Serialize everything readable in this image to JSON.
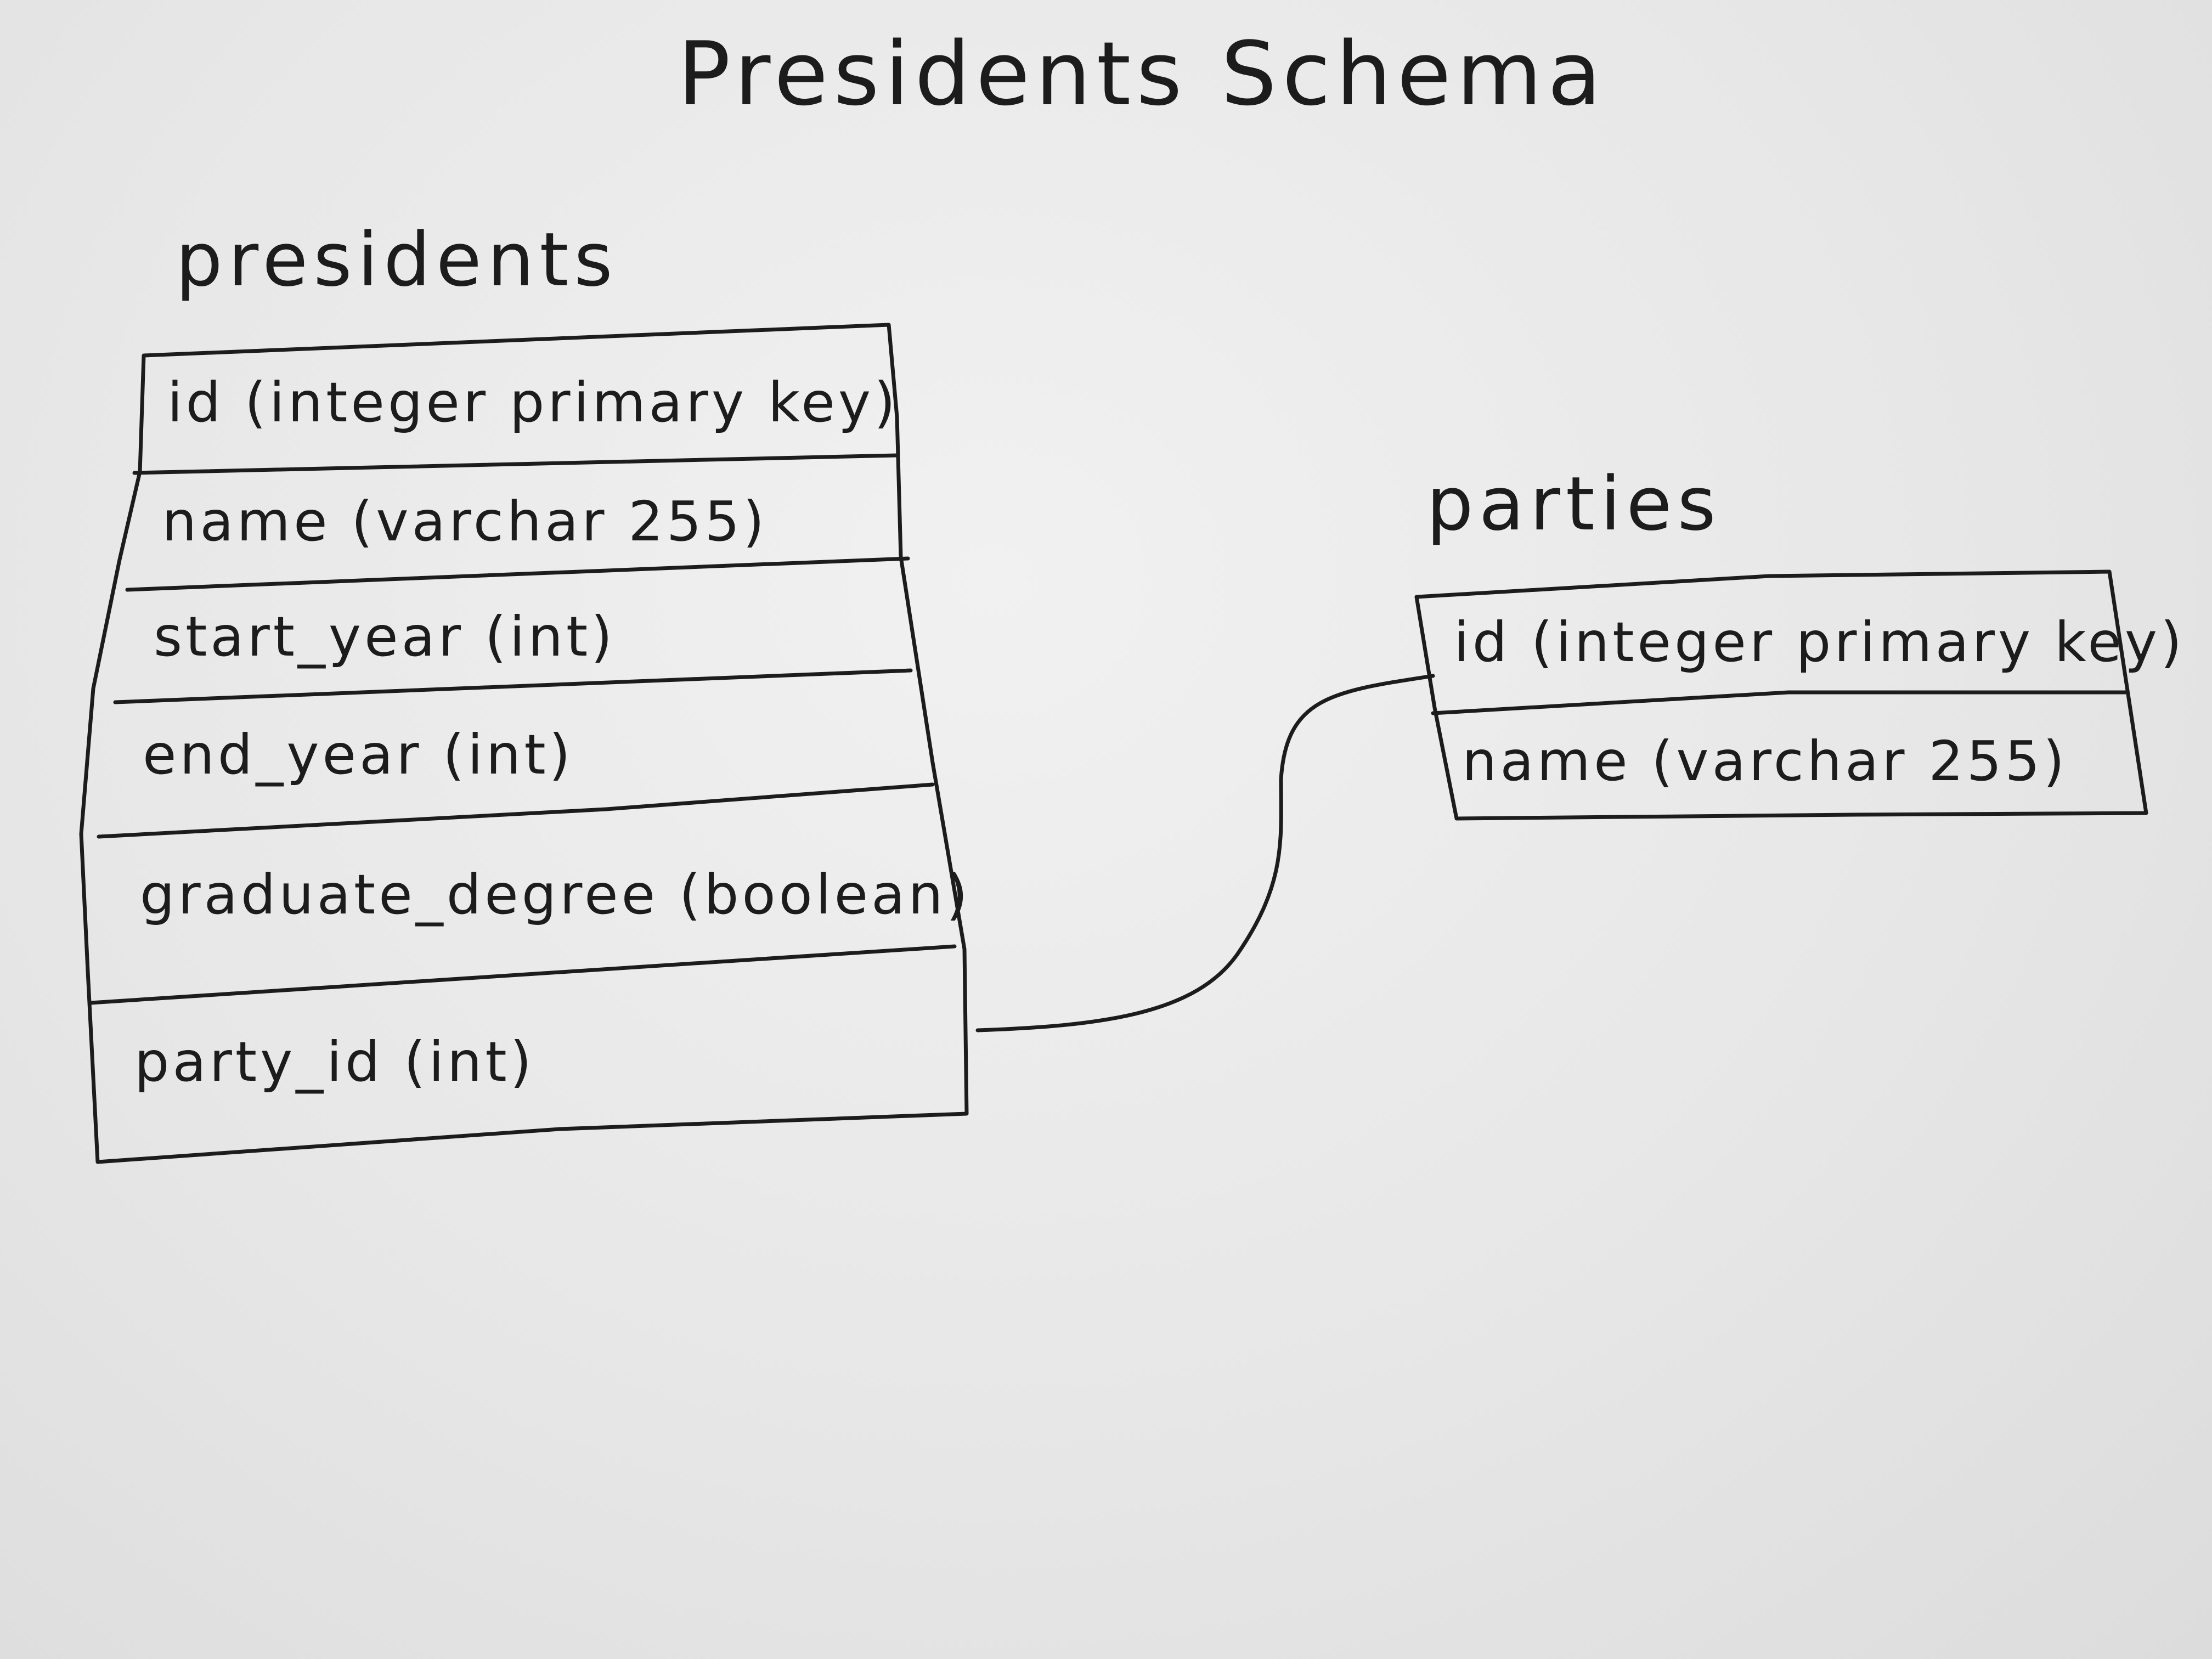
{
  "title": "Presidents Schema",
  "tables": [
    {
      "name": "presidents",
      "fields": [
        "id (integer primary key)",
        "name (varchar 255)",
        "start_year (int)",
        "end_year (int)",
        "graduate_degree (boolean)",
        "party_id (int)"
      ]
    },
    {
      "name": "parties",
      "fields": [
        "id (integer primary key)",
        "name (varchar 255)"
      ]
    }
  ],
  "relationships": [
    {
      "from": "presidents.party_id",
      "to": "parties.id"
    }
  ]
}
